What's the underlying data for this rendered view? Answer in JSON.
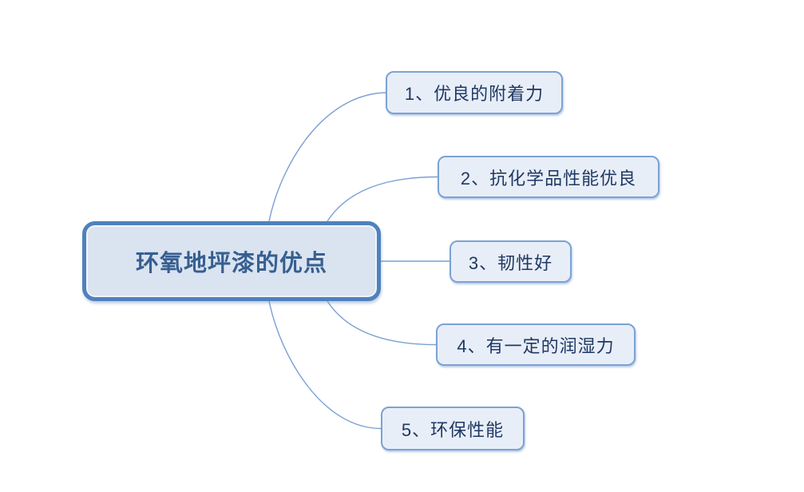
{
  "diagram": {
    "type": "mindmap",
    "root": {
      "label": "环氧地坪漆的优点"
    },
    "branches": [
      {
        "label": "1、优良的附着力"
      },
      {
        "label": "2、抗化学品性能优良"
      },
      {
        "label": "3、韧性好"
      },
      {
        "label": "4、有一定的润湿力"
      },
      {
        "label": "5、环保性能"
      }
    ],
    "colors": {
      "root_border": "#4f81bd",
      "root_fill": "#dae3f0",
      "root_text": "#365f91",
      "branch_border": "#7da2d4",
      "branch_fill": "#e8eef7",
      "branch_text": "#1f3864",
      "connector": "#7aa0d4",
      "background": "#ffffff"
    }
  }
}
